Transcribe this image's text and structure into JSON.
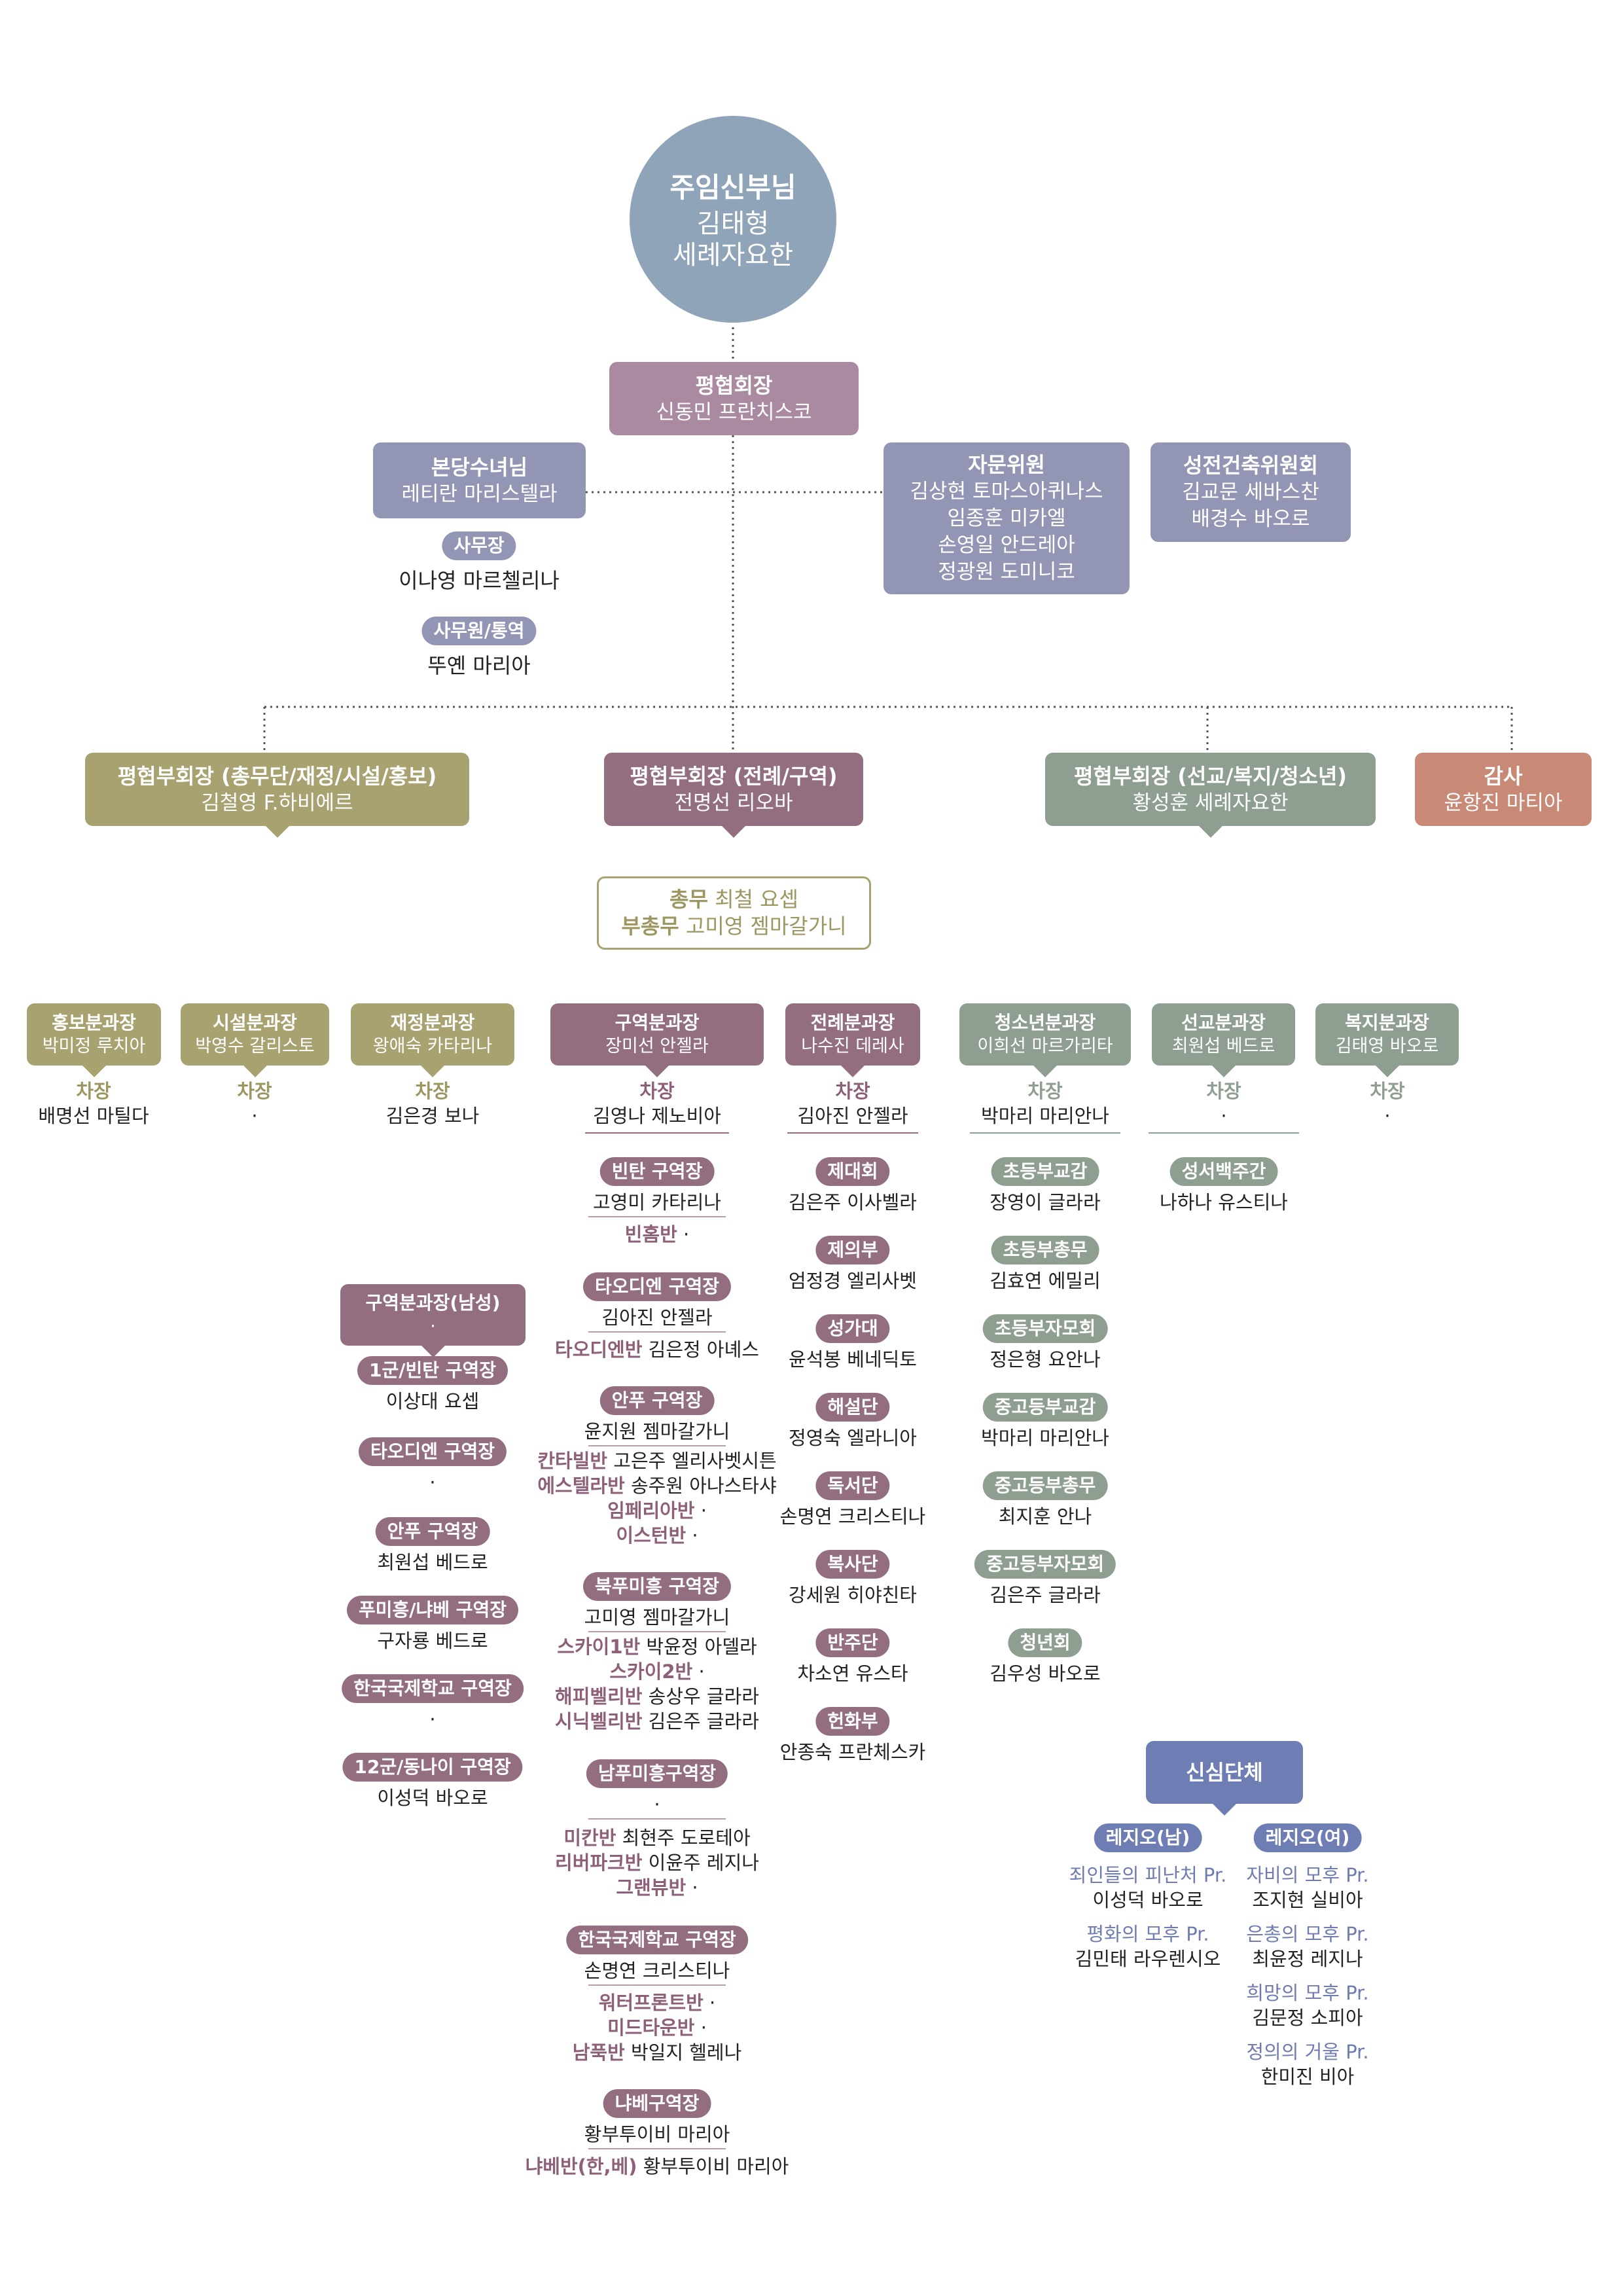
{
  "pastor": {
    "title": "주임신부님",
    "name1": "김태형",
    "name2": "세례자요한"
  },
  "president": {
    "title": "평협회장",
    "name": "신동민 프란치스코"
  },
  "sister": {
    "title": "본당수녀님",
    "name": "레티란 마리스텔라"
  },
  "advisors": {
    "title": "자문위원",
    "names": [
      "김상현 토마스아퀴나스",
      "임종훈 미카엘",
      "손영일 안드레아",
      "정광원 도미니코"
    ]
  },
  "construction": {
    "title": "성전건축위원회",
    "names": [
      "김교문 세바스찬",
      "배경수 바오로"
    ]
  },
  "office": {
    "chief_label": "사무장",
    "chief_name": "이나영 마르첼리나",
    "staff_label": "사무원/통역",
    "staff_name": "뚜옌 마리아"
  },
  "vps": [
    {
      "title": "평협부회장 (총무단/재정/시설/홍보)",
      "name": "김철영 F.하비에르"
    },
    {
      "title": "평협부회장 (전례/구역)",
      "name": "전명선 리오바"
    },
    {
      "title": "평협부회장 (선교/복지/청소년)",
      "name": "황성훈 세례자요한"
    }
  ],
  "audit": {
    "title": "감사",
    "name": "윤항진 마티아"
  },
  "general": {
    "l1": "총무",
    "n1": "최철 요셉",
    "l2": "부총무",
    "n2": "고미영 젬마갈가니"
  },
  "vice_label": "차장",
  "dept": {
    "pr": {
      "title": "홍보분과장",
      "name": "박미정 루치아",
      "vice": "배명선 마틸다"
    },
    "facility": {
      "title": "시설분과장",
      "name": "박영수 갈리스토",
      "vice": "·"
    },
    "finance": {
      "title": "재정분과장",
      "name": "왕애숙 카타리나",
      "vice": "김은경 보나"
    },
    "district": {
      "title": "구역분과장",
      "name": "장미선 안젤라",
      "vice": "김영나 제노비아"
    },
    "liturgy": {
      "title": "전례분과장",
      "name": "나수진 데레사",
      "vice": "김아진 안젤라"
    },
    "youth": {
      "title": "청소년분과장",
      "name": "이희선 마르가리타",
      "vice": "박마리 마리안나"
    },
    "mission": {
      "title": "선교분과장",
      "name": "최원섭 베드로",
      "vice": "·"
    },
    "welfare": {
      "title": "복지분과장",
      "name": "김태영 바오로",
      "vice": "·"
    }
  },
  "district_units": [
    {
      "title": "빈탄 구역장",
      "name": "고영미 카타리나",
      "subs": [
        {
          "k": "빈홈반",
          "v": "·"
        }
      ]
    },
    {
      "title": "타오디엔 구역장",
      "name": "김아진 안젤라",
      "subs": [
        {
          "k": "타오디엔반",
          "v": "김은정 아녜스"
        }
      ]
    },
    {
      "title": "안푸 구역장",
      "name": "윤지원 젬마갈가니",
      "subs": [
        {
          "k": "칸타빌반",
          "v": "고은주 엘리사벳시튼"
        },
        {
          "k": "에스텔라반",
          "v": "송주원 아나스타샤"
        },
        {
          "k": "임페리아반",
          "v": "·"
        },
        {
          "k": "이스턴반",
          "v": "·"
        }
      ]
    },
    {
      "title": "북푸미흥 구역장",
      "name": "고미영 젬마갈가니",
      "subs": [
        {
          "k": "스카이1반",
          "v": "박윤정 아델라"
        },
        {
          "k": "스카이2반",
          "v": "·"
        },
        {
          "k": "해피벨리반",
          "v": "송상우 글라라"
        },
        {
          "k": "시닉벨리반",
          "v": "김은주 글라라"
        }
      ]
    },
    {
      "title": "남푸미흥구역장",
      "name": "·",
      "subs": [
        {
          "k": "미칸반",
          "v": "최현주 도로테아"
        },
        {
          "k": "리버파크반",
          "v": "이윤주 레지나"
        },
        {
          "k": "그랜뷰반",
          "v": "·"
        }
      ]
    },
    {
      "title": "한국국제학교 구역장",
      "name": "손명연 크리스티나",
      "subs": [
        {
          "k": "워터프론트반",
          "v": "·"
        },
        {
          "k": "미드타운반",
          "v": "·"
        },
        {
          "k": "남푹반",
          "v": "박일지 헬레나"
        }
      ]
    },
    {
      "title": "냐베구역장",
      "name": "황부투이비 마리아",
      "subs": [
        {
          "k": "냐베반(한,베)",
          "v": "황부투이비 마리아"
        }
      ]
    }
  ],
  "district_men": {
    "title": "구역분과장(남성)",
    "name": "·",
    "units": [
      {
        "title": "1군/빈탄 구역장",
        "name": "이상대 요셉"
      },
      {
        "title": "타오디엔 구역장",
        "name": "·"
      },
      {
        "title": "안푸 구역장",
        "name": "최원섭 베드로"
      },
      {
        "title": "푸미흥/냐베 구역장",
        "name": "구자룡 베드로"
      },
      {
        "title": "한국국제학교 구역장",
        "name": "·"
      },
      {
        "title": "12군/동나이 구역장",
        "name": "이성덕 바오로"
      }
    ]
  },
  "liturgy_units": [
    {
      "title": "제대회",
      "name": "김은주 이사벨라"
    },
    {
      "title": "제의부",
      "name": "엄정경 엘리사벳"
    },
    {
      "title": "성가대",
      "name": "윤석봉 베네딕토"
    },
    {
      "title": "해설단",
      "name": "정영숙 엘라니아"
    },
    {
      "title": "독서단",
      "name": "손명연 크리스티나"
    },
    {
      "title": "복사단",
      "name": "강세원 히야친타"
    },
    {
      "title": "반주단",
      "name": "차소연 유스타"
    },
    {
      "title": "헌화부",
      "name": "안종숙 프란체스카"
    }
  ],
  "youth_units": [
    {
      "title": "초등부교감",
      "name": "장영이 글라라"
    },
    {
      "title": "초등부총무",
      "name": "김효연 에밀리"
    },
    {
      "title": "초등부자모회",
      "name": "정은형 요안나"
    },
    {
      "title": "중고등부교감",
      "name": "박마리 마리안나"
    },
    {
      "title": "중고등부총무",
      "name": "최지훈 안나"
    },
    {
      "title": "중고등부자모회",
      "name": "김은주 글라라"
    },
    {
      "title": "청년회",
      "name": "김우성 바오로"
    }
  ],
  "mission_units": [
    {
      "title": "성서백주간",
      "name": "나하나 유스티나"
    }
  ],
  "pious": {
    "title": "신심단체",
    "men_label": "레지오(남)",
    "women_label": "레지오(여)",
    "men": [
      {
        "k": "죄인들의 피난처 Pr.",
        "v": "이성덕 바오로"
      },
      {
        "k": "평화의 모후 Pr.",
        "v": "김민태 라우렌시오"
      }
    ],
    "women": [
      {
        "k": "자비의 모후 Pr.",
        "v": "조지현 실비아"
      },
      {
        "k": "은총의 모후 Pr.",
        "v": "최윤정 레지나"
      },
      {
        "k": "희망의 모후 Pr.",
        "v": "김문정 소피아"
      },
      {
        "k": "정의의 거울 Pr.",
        "v": "한미진 비아"
      }
    ]
  },
  "colors": {
    "pastor": "#8fa4b8",
    "president": "#a98aa0",
    "sister": "#9395b4",
    "olive": "#a8a170",
    "plum": "#936d80",
    "sage": "#8e9e91",
    "audit": "#c88a76",
    "blue": "#6e7eb4",
    "bluetext": "#6f7cb2",
    "plumtext": "#8e5f79",
    "olivetext": "#9d9660"
  }
}
